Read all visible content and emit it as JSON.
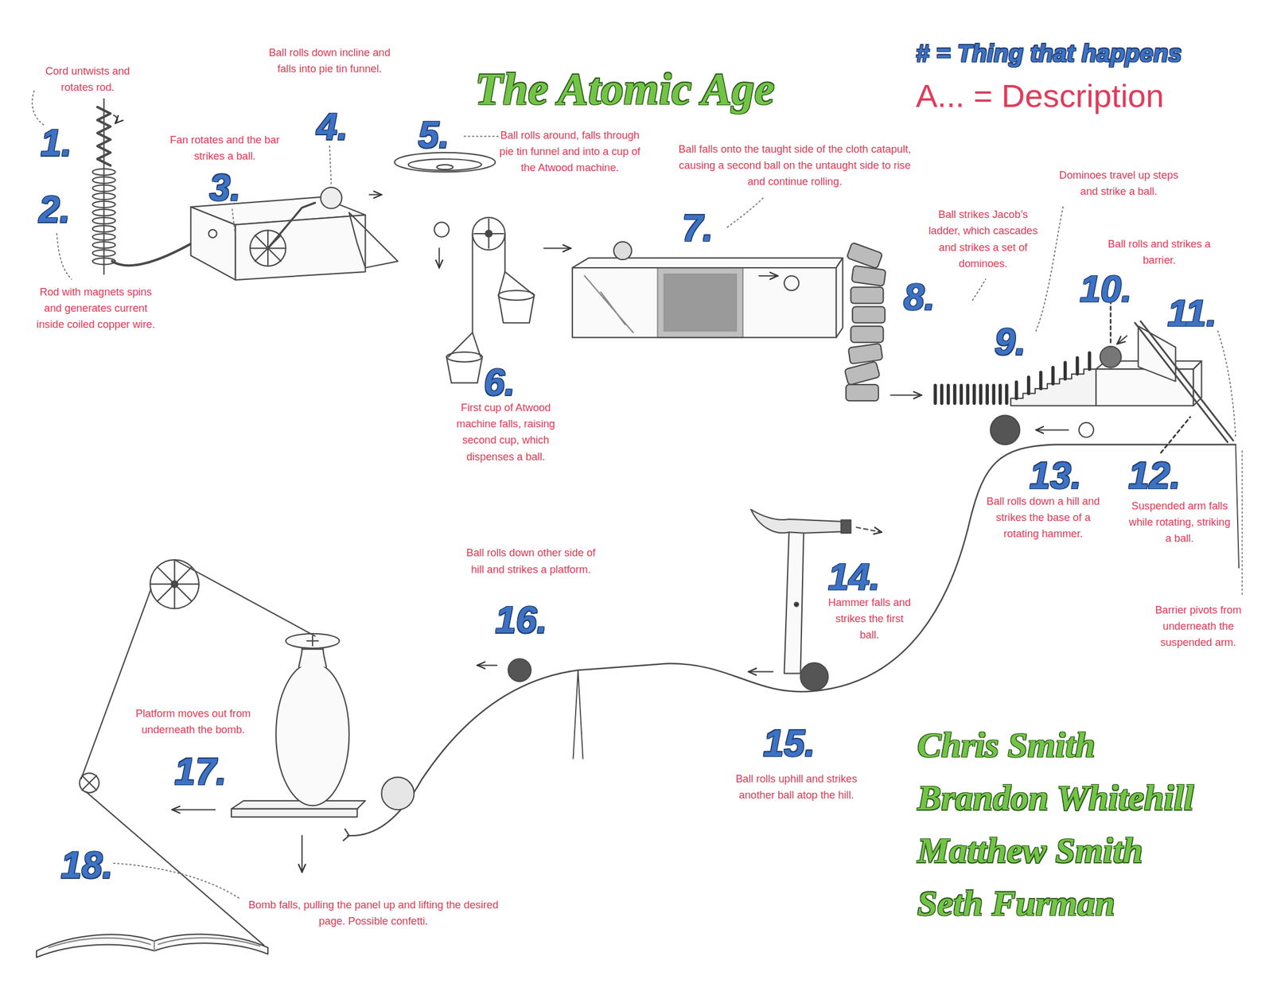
{
  "diagram": {
    "title": "The Atomic Age",
    "labels": [
      "Cord untwists and rotates rod.",
      "1.",
      "2.",
      "Rod with magnets spins and generates current inside coiled copper wire.",
      "Fan rotates and the bar strikes a ball.",
      "3.",
      "Ball rolls down incline and falls into pie tin funnel.",
      "4.",
      "5.",
      "Ball rolls around, falls through pie tin funnel and into a cup of the Atwood machine.",
      "6.",
      "First cup of Atwood machine falls, raising second cup, which dispenses a ball.",
      "Ball falls onto the taught side of the cloth catapult, causing a second ball on the untaught side to rise and continue rolling.",
      "7.",
      "# = Thing that happens",
      "A... = Description",
      "Dominoes travel up steps and strike a ball.",
      "Ball strikes Jacob’s ladder, which cascades and strikes a set of dominoes.",
      "8.",
      "Ball rolls and strikes a barrier.",
      "10.",
      "11.",
      "9.",
      "13.",
      "12.",
      "Ball rolls down a hill and strikes the base of a rotating hammer.",
      "Suspended arm falls while rotating, striking a ball.",
      "14.",
      "Hammer falls and strikes the first ball.",
      "Barrier pivots from underneath the suspended arm.",
      "Ball rolls down other side of hill and strikes a platform.",
      "16.",
      "Platform moves out from underneath the bomb.",
      "17.",
      "15.",
      "Ball rolls uphill and strikes another ball atop the hill.",
      "18.",
      "Bomb falls, pulling the panel up and lifting the desired page. Possible confetti.",
      "Chris Smith",
      "Brandon Whitehill",
      "Matthew Smith",
      "Seth Furman"
    ]
  }
}
